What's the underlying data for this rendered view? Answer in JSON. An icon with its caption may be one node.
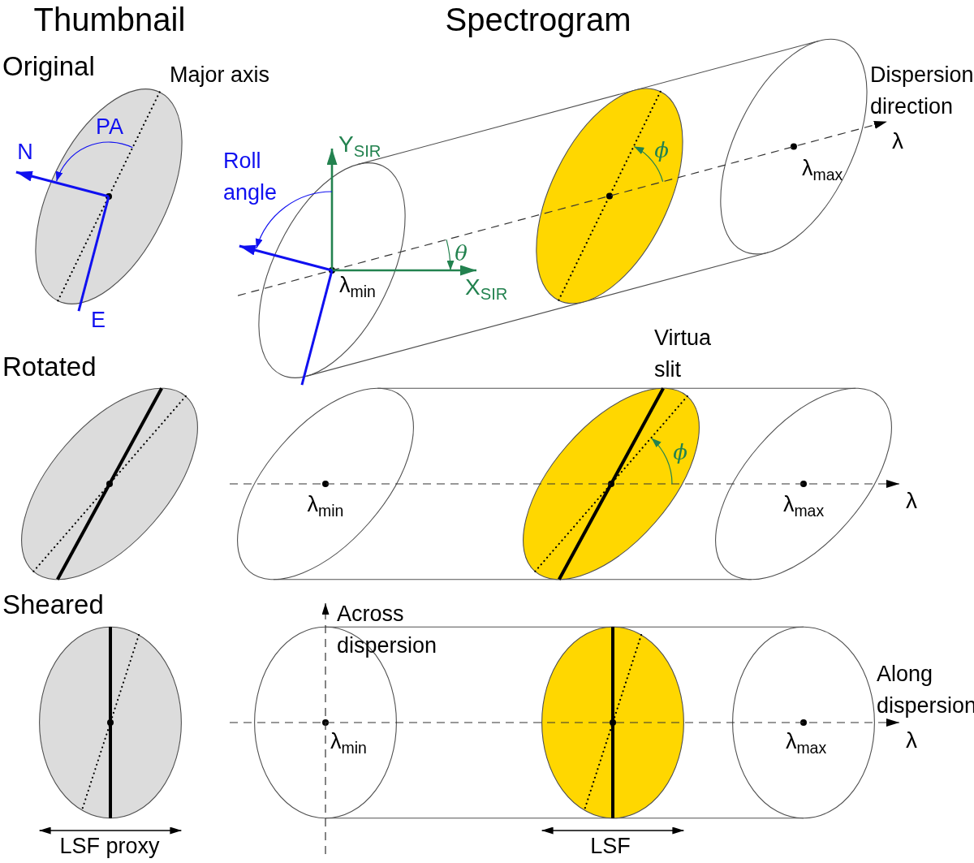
{
  "diagram": {
    "labels": [
      "Thumbnail",
      "Spectrogram",
      "Original",
      "Major axis",
      "Dispersion direction",
      "PA",
      "N",
      "Y$_{SIR}$",
      "λ",
      "ϕ",
      "Roll angle",
      "λ$_{max}$",
      "θ",
      "λ$_{min}$",
      "X$_{SIR}$",
      "E",
      "Virtua slit",
      "Rotated",
      "ϕ",
      "λ$_{min}$",
      "λ$_{max}$",
      "λ",
      "Sheared",
      "Across dispersion",
      "Along dispersion",
      "λ$_{min}$",
      "λ$_{max}$",
      "λ",
      "LSF proxy",
      "LSF"
    ]
  }
}
